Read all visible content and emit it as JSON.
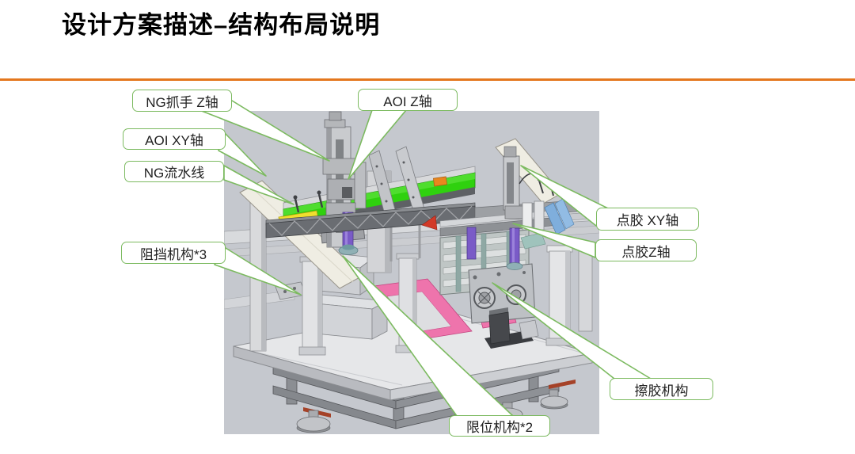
{
  "slide": {
    "title": "设计方案描述–结构布局说明"
  },
  "colors": {
    "title_text": "#000000",
    "divider_orange": "#E4771E",
    "callout_green": "#7CBA60",
    "callout_text": "#1F1F1F",
    "backdrop_gray": "#C5C8CE",
    "conveyor_green": "#2FD10E",
    "accent_pink": "#EE74AC",
    "accent_purple": "#7A5BC7",
    "accent_yellow": "#F0DF2E",
    "accent_blue": "#7FAEDC",
    "accent_red": "#D23A28",
    "accent_orange_part": "#E8871E"
  },
  "callouts": [
    {
      "id": "ng-gripper-z-axis",
      "label": "NG抓手 Z轴"
    },
    {
      "id": "aoi-z-axis",
      "label": "AOI Z轴"
    },
    {
      "id": "aoi-xy-axis",
      "label": "AOI XY轴"
    },
    {
      "id": "ng-conveyor-line",
      "label": "NG流水线"
    },
    {
      "id": "blocking-mechanism-x3",
      "label": "阻挡机构*3"
    },
    {
      "id": "dispensing-xy-axis",
      "label": "点胶 XY轴"
    },
    {
      "id": "dispensing-z-axis",
      "label": "点胶Z轴"
    },
    {
      "id": "glue-wiping-mechanism",
      "label": "擦胶机构"
    },
    {
      "id": "limit-mechanism-x2",
      "label": "限位机构*2"
    }
  ]
}
